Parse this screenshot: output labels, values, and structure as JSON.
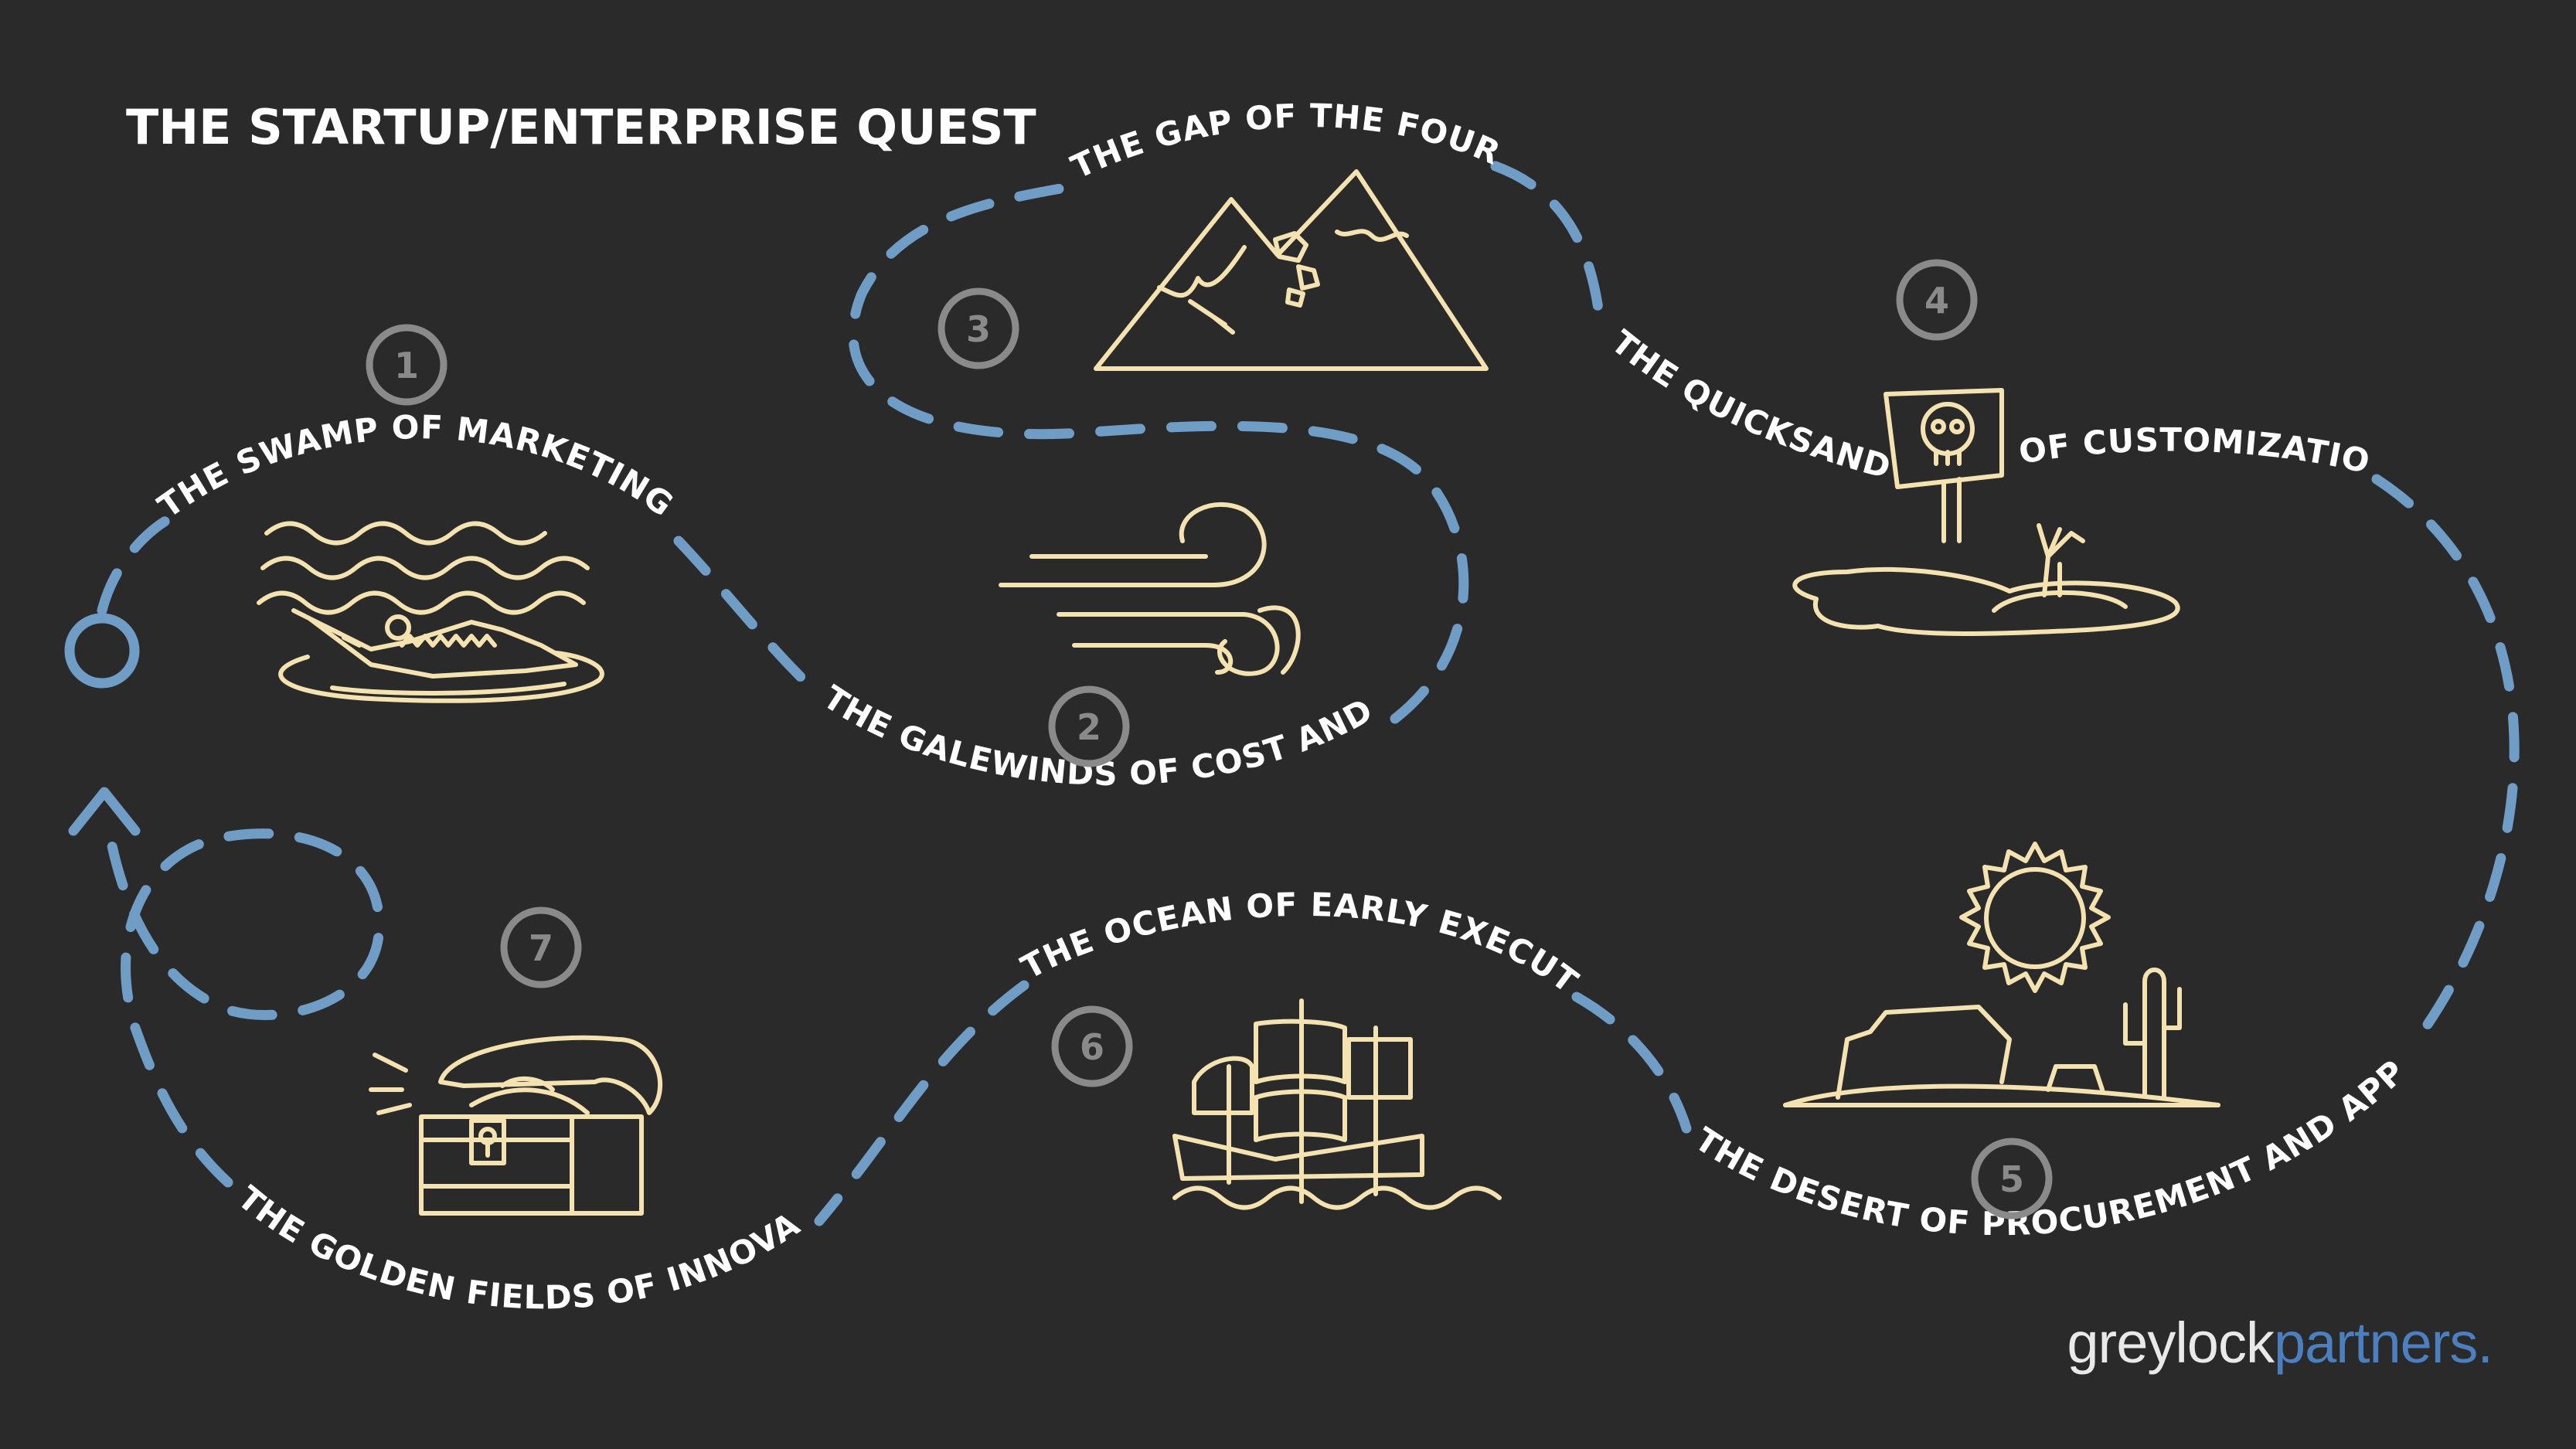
{
  "title": "THE STARTUP/ENTERPRISE QUEST",
  "brand": {
    "part1": "greylock",
    "part2": "partners."
  },
  "colors": {
    "background": "#2b2a2b",
    "path": "#6f9dc6",
    "illustration": "#f4e2b0",
    "badge": "#8a8a8a",
    "label": "#ffffff",
    "brand_accent": "#4b7fc0"
  },
  "stops": [
    {
      "number": "1",
      "label": "THE SWAMP OF MARKETING FOG",
      "icon": "alligator-swamp-icon"
    },
    {
      "number": "2",
      "label": "THE GALEWINDS OF COST AND RISK",
      "icon": "wind-gust-icon"
    },
    {
      "number": "3",
      "label": "THE GAP OF THE FOUR S's",
      "icon": "mountains-icon"
    },
    {
      "number": "4",
      "label_part1": "THE QUICKSANDS",
      "label_part2": "OF CUSTOMIZATION",
      "icon": "quicksand-skull-sign-icon"
    },
    {
      "number": "5",
      "label": "THE DESERT OF PROCUREMENT AND APPROVALS",
      "icon": "desert-sun-cactus-icon"
    },
    {
      "number": "6",
      "label": "THE OCEAN OF EARLY EXECUTION",
      "icon": "sailing-ship-icon"
    },
    {
      "number": "7",
      "label": "THE GOLDEN FIELDS OF INNOVATION",
      "icon": "treasure-chest-icon"
    }
  ]
}
